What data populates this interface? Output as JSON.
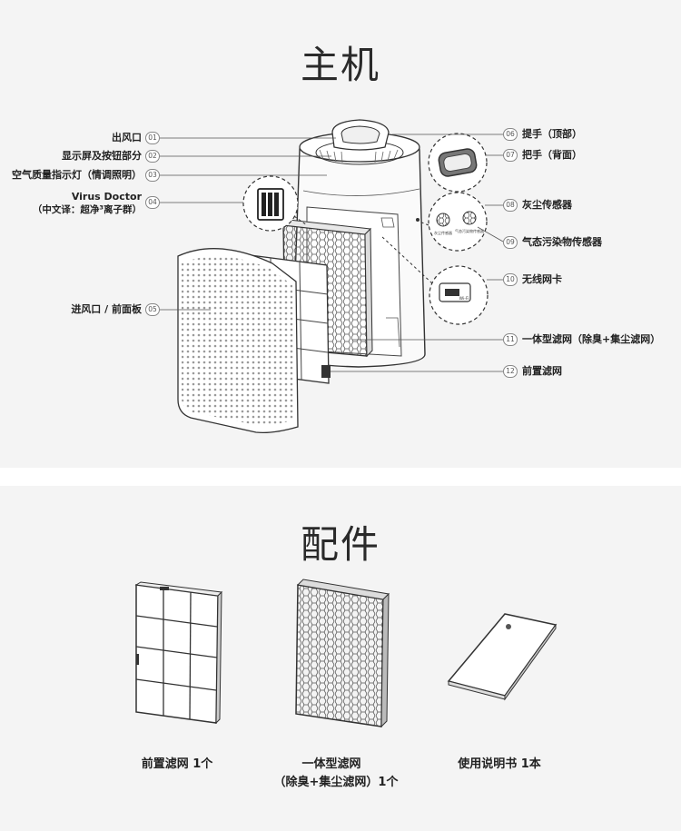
{
  "main_title": "主机",
  "acc_title": "配件",
  "parts": [
    {
      "num": "01",
      "label": "出风口"
    },
    {
      "num": "02",
      "label": "显示屏及按钮部分"
    },
    {
      "num": "03",
      "label": "空气质量指示灯（情调照明）"
    },
    {
      "num": "04",
      "label": "Virus Doctor",
      "label2": "（中文译：超净³离子群）"
    },
    {
      "num": "05",
      "label": "进风口 / 前面板"
    },
    {
      "num": "06",
      "label": "提手（顶部）"
    },
    {
      "num": "07",
      "label": "把手（背面）"
    },
    {
      "num": "08",
      "label": "灰尘传感器"
    },
    {
      "num": "09",
      "label": "气态污染物传感器"
    },
    {
      "num": "10",
      "label": "无线网卡"
    },
    {
      "num": "11",
      "label": "一体型滤网（除臭+集尘滤网）"
    },
    {
      "num": "12",
      "label": "前置滤网"
    }
  ],
  "sensor_small_labels": [
    "灰尘传感器",
    "气态污染物传感器"
  ],
  "wifi_small_label": "Wi-Fi",
  "accessories": [
    {
      "line1": "前置滤网  1个",
      "line2": ""
    },
    {
      "line1": "一体型滤网",
      "line2": "（除臭+集尘滤网）1个"
    },
    {
      "line1": "使用说明书  1本",
      "line2": ""
    }
  ]
}
